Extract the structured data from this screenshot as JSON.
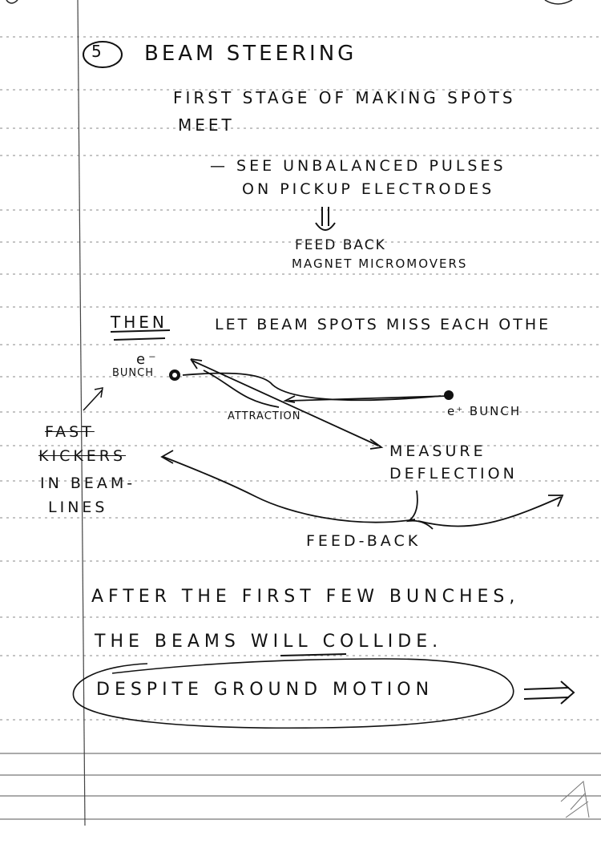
{
  "notes": {
    "section_number": "5",
    "section_title": "BEAM STEERING",
    "stage_line1": "FIRST STAGE OF MAKING SPOTS",
    "stage_line2": "MEET",
    "see_line1": "— SEE UNBALANCED PULSES",
    "see_line2": "ON PICKUP ELECTRODES",
    "feedback_line1": "FEED BACK",
    "feedback_line2": "MAGNET MICROMOVERS",
    "then_word": "THEN",
    "then_rest": "LET BEAM SPOTS MISS EACH OTHE",
    "electron_symbol": "e⁻",
    "electron_bunch": "BUNCH",
    "positron_bunch": "e⁺ BUNCH",
    "attraction": "ATTRACTION",
    "kickers_1": "FAST",
    "kickers_2": "KICKERS",
    "kickers_3": "IN BEAM-",
    "kickers_4": "LINES",
    "measure_1": "MEASURE",
    "measure_2": "DEFLECTION",
    "feedback_bottom": "FEED-BACK",
    "after_line": "AFTER THE FIRST FEW BUNCHES,",
    "beams_line": "THE BEAMS WILL COLLIDE.",
    "despite_line": "DESPITE GROUND MOTION",
    "arrow_symbol": "⟹"
  }
}
